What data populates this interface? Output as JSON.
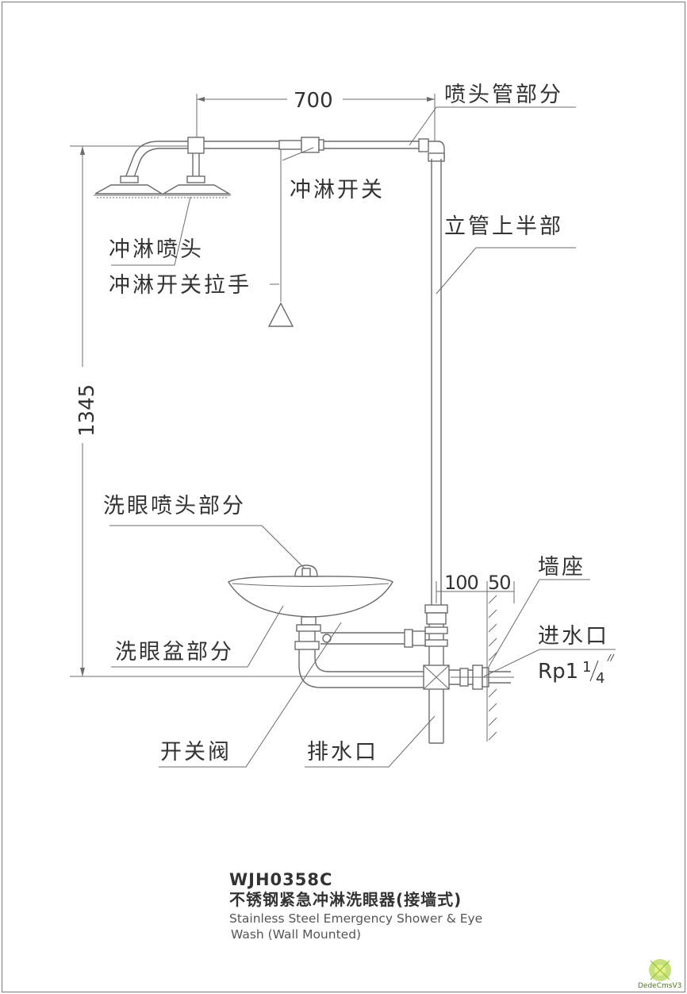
{
  "dimensions": {
    "width_700": "700",
    "height_1345": "1345",
    "offset_100": "100",
    "offset_50": "50"
  },
  "labels": {
    "shower_pipe": "喷头管部分",
    "shower_switch": "冲淋开关",
    "upper_riser": "立管上半部",
    "shower_head": "冲淋喷头",
    "pull_handle": "冲淋开关拉手",
    "eyewash_head": "洗眼喷头部分",
    "wall_mount": "墙座",
    "water_inlet": "进水口",
    "inlet_thread_prefix": "Rp1",
    "inlet_thread_num": "1",
    "inlet_thread_den": "4",
    "inlet_thread_mark": "//",
    "eyewash_bowl": "洗眼盆部分",
    "valve": "开关阀",
    "drain": "排水口"
  },
  "title": {
    "model": "WJH0358C",
    "name_cn": "不锈钢紧急冲淋洗眼器(接墙式)",
    "name_en_line1": "Stainless Steel Emergency Shower & Eye",
    "name_en_line2": "Wash (Wall Mounted)"
  },
  "watermark": {
    "text": "DedeCmsV3"
  }
}
